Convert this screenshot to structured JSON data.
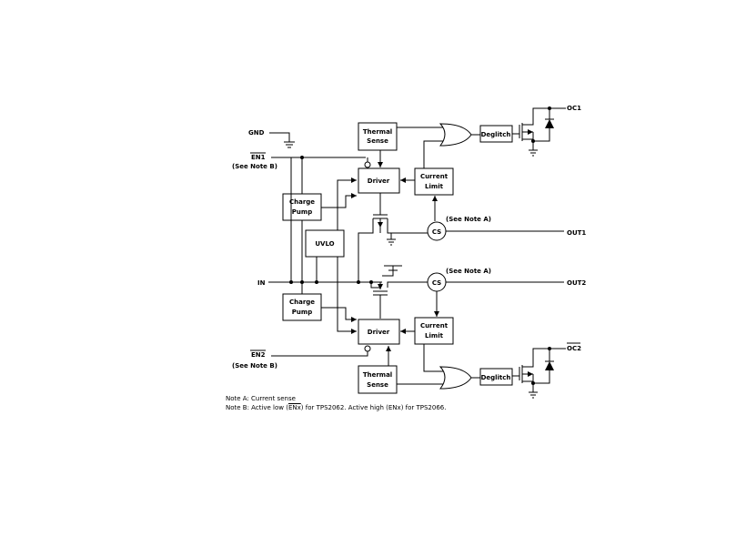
{
  "pins": {
    "gnd": "GND",
    "en1": "EN1",
    "en1_note": "(See Note B)",
    "in": "IN",
    "en2": "EN2",
    "en2_note": "(See Note B)",
    "out1": "OUT1",
    "out2": "OUT2",
    "oc1": "OC1",
    "oc2": "OC2"
  },
  "blocks": {
    "thermal_sense_1": [
      "Thermal",
      "Sense"
    ],
    "thermal_sense_2": [
      "Thermal",
      "Sense"
    ],
    "driver_1": "Driver",
    "driver_2": "Driver",
    "current_limit_1": [
      "Current",
      "Limit"
    ],
    "current_limit_2": [
      "Current",
      "Limit"
    ],
    "charge_pump_1": [
      "Charge",
      "Pump"
    ],
    "charge_pump_2": [
      "Charge",
      "Pump"
    ],
    "uvlo": "UVLO",
    "deglitch_1": "Deglitch",
    "deglitch_2": "Deglitch",
    "cs_1": "CS",
    "cs_2": "CS",
    "cs_1_note": "(See Note A)",
    "cs_2_note": "(See Note A)"
  },
  "notes": {
    "note_a": "Note A: Current sense",
    "note_b_prefix": "Note B: Active low (",
    "note_b_overline": "ENx",
    "note_b_suffix": ") for TPS2062. Active high (ENx) for TPS2066."
  }
}
